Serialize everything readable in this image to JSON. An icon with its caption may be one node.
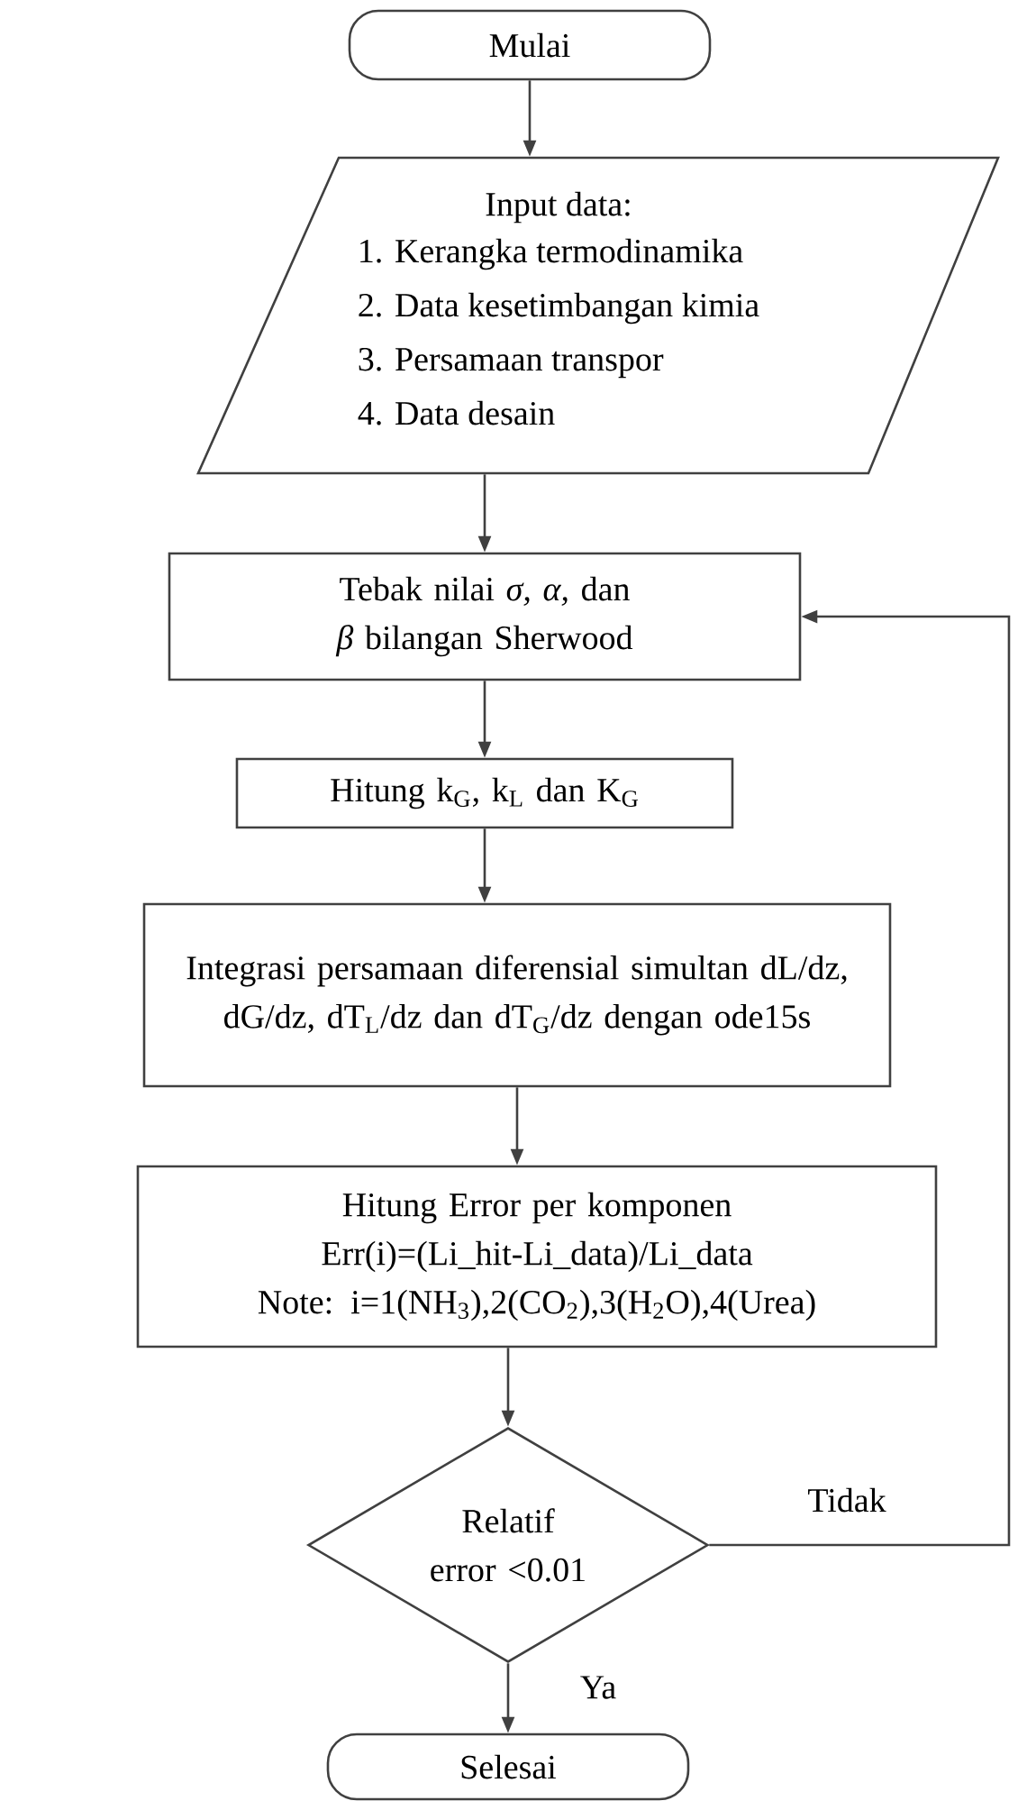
{
  "diagram": {
    "nodes": [
      {
        "text": [
          "Mulai"
        ]
      },
      {
        "text": [
          "Input data:",
          "1. Kerangka termodinamika",
          "2. Data kesetimbangan kimia",
          "3. Persamaan transpor",
          "4. Data desain"
        ]
      },
      {
        "text": [
          "Tebak nilai *σ,  α,* dan *β* bilangan Sherwood"
        ]
      },
      {
        "text": [
          "Hitung k$_{G}$, k$_{L}$ dan K$_{G}$"
        ]
      },
      {
        "text": [
          "Integrasi persamaan diferensial simultan dL/dz, dG/dz, dT$_{L}$/dz dan dT$_{G}$/dz dengan ode15s"
        ]
      },
      {
        "text": [
          "Hitung Error per komponen",
          "Err(i)=(Li_hit-Li_data)/Li_data",
          "Note: i=1(NH$_{3}$),2(CO$_{2}$),3(H$_{2}$O),4(Urea)"
        ]
      },
      {
        "text": [
          "Relatif error <0.01"
        ]
      },
      {
        "text": [
          "Selesai"
        ]
      }
    ],
    "edges": [
      {
        "from": 0,
        "to": 1,
        "arrow": "to"
      },
      {
        "from": 1,
        "to": 2,
        "arrow": "to"
      },
      {
        "from": 2,
        "to": 3,
        "arrow": "to"
      },
      {
        "from": 3,
        "to": 4,
        "arrow": "to"
      },
      {
        "from": 4,
        "to": 5,
        "arrow": "to"
      },
      {
        "from": 5,
        "to": 6,
        "arrow": "to"
      },
      {
        "from": 6,
        "to": 2,
        "arrow": "to",
        "label": "Tidak"
      },
      {
        "from": 6,
        "to": 7,
        "arrow": "to",
        "label": "Ya"
      }
    ]
  }
}
